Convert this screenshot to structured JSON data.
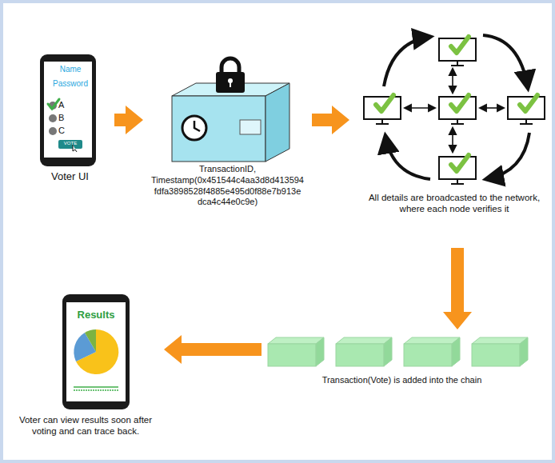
{
  "diagram": {
    "nodes": [
      {
        "text": [
          "Name",
          "Password",
          "A",
          "B",
          "C",
          "VOTE",
          "Voter UI"
        ]
      },
      {
        "text": [
          "TransactionID, Timestamp(0x451544c4aa3d8d413594 fdfa3898528f4885e495d0f88e7b913e dca4c44e0c9e)"
        ]
      },
      {
        "text": [
          "All details are broadcasted to the network, where each node verifies it"
        ]
      },
      {
        "text": [
          "Transaction(Vote) is added into the chain"
        ]
      },
      {
        "text": [
          "Results",
          "Voter can view results soon after voting and can trace back."
        ]
      }
    ],
    "edges": [
      {
        "from": 0,
        "to": 1,
        "arrow": "to"
      },
      {
        "from": 1,
        "to": 2,
        "arrow": "to"
      },
      {
        "from": 2,
        "to": 3,
        "arrow": "to"
      },
      {
        "from": 3,
        "to": 4,
        "arrow": "to"
      }
    ]
  }
}
